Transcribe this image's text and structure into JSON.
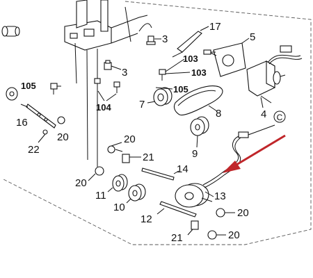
{
  "diagram": {
    "marker_symbol": "C",
    "callouts": [
      {
        "id": "1",
        "text": "3",
        "bold": false
      },
      {
        "id": "2",
        "text": "3",
        "bold": false
      },
      {
        "id": "3",
        "text": "17",
        "bold": false
      },
      {
        "id": "4",
        "text": "5",
        "bold": false
      },
      {
        "id": "5",
        "text": "103",
        "bold": true
      },
      {
        "id": "6",
        "text": "103",
        "bold": true
      },
      {
        "id": "7",
        "text": "105",
        "bold": true
      },
      {
        "id": "8",
        "text": "105",
        "bold": true
      },
      {
        "id": "9",
        "text": "104",
        "bold": true
      },
      {
        "id": "10",
        "text": "7",
        "bold": false
      },
      {
        "id": "11",
        "text": "8",
        "bold": false
      },
      {
        "id": "12",
        "text": "4",
        "bold": false
      },
      {
        "id": "13",
        "text": "16",
        "bold": false
      },
      {
        "id": "14",
        "text": "20",
        "bold": false
      },
      {
        "id": "15",
        "text": "22",
        "bold": false
      },
      {
        "id": "16",
        "text": "20",
        "bold": false
      },
      {
        "id": "17",
        "text": "21",
        "bold": false
      },
      {
        "id": "18",
        "text": "9",
        "bold": false
      },
      {
        "id": "19",
        "text": "14",
        "bold": false
      },
      {
        "id": "20",
        "text": "20",
        "bold": false
      },
      {
        "id": "21",
        "text": "11",
        "bold": false
      },
      {
        "id": "22",
        "text": "13",
        "bold": false
      },
      {
        "id": "23",
        "text": "10",
        "bold": false
      },
      {
        "id": "24",
        "text": "20",
        "bold": false
      },
      {
        "id": "25",
        "text": "12",
        "bold": false
      },
      {
        "id": "26",
        "text": "21",
        "bold": false
      },
      {
        "id": "27",
        "text": "20",
        "bold": false
      }
    ],
    "colors": {
      "line": "#111111",
      "arrow": "#c0262a",
      "background": "#ffffff"
    }
  }
}
